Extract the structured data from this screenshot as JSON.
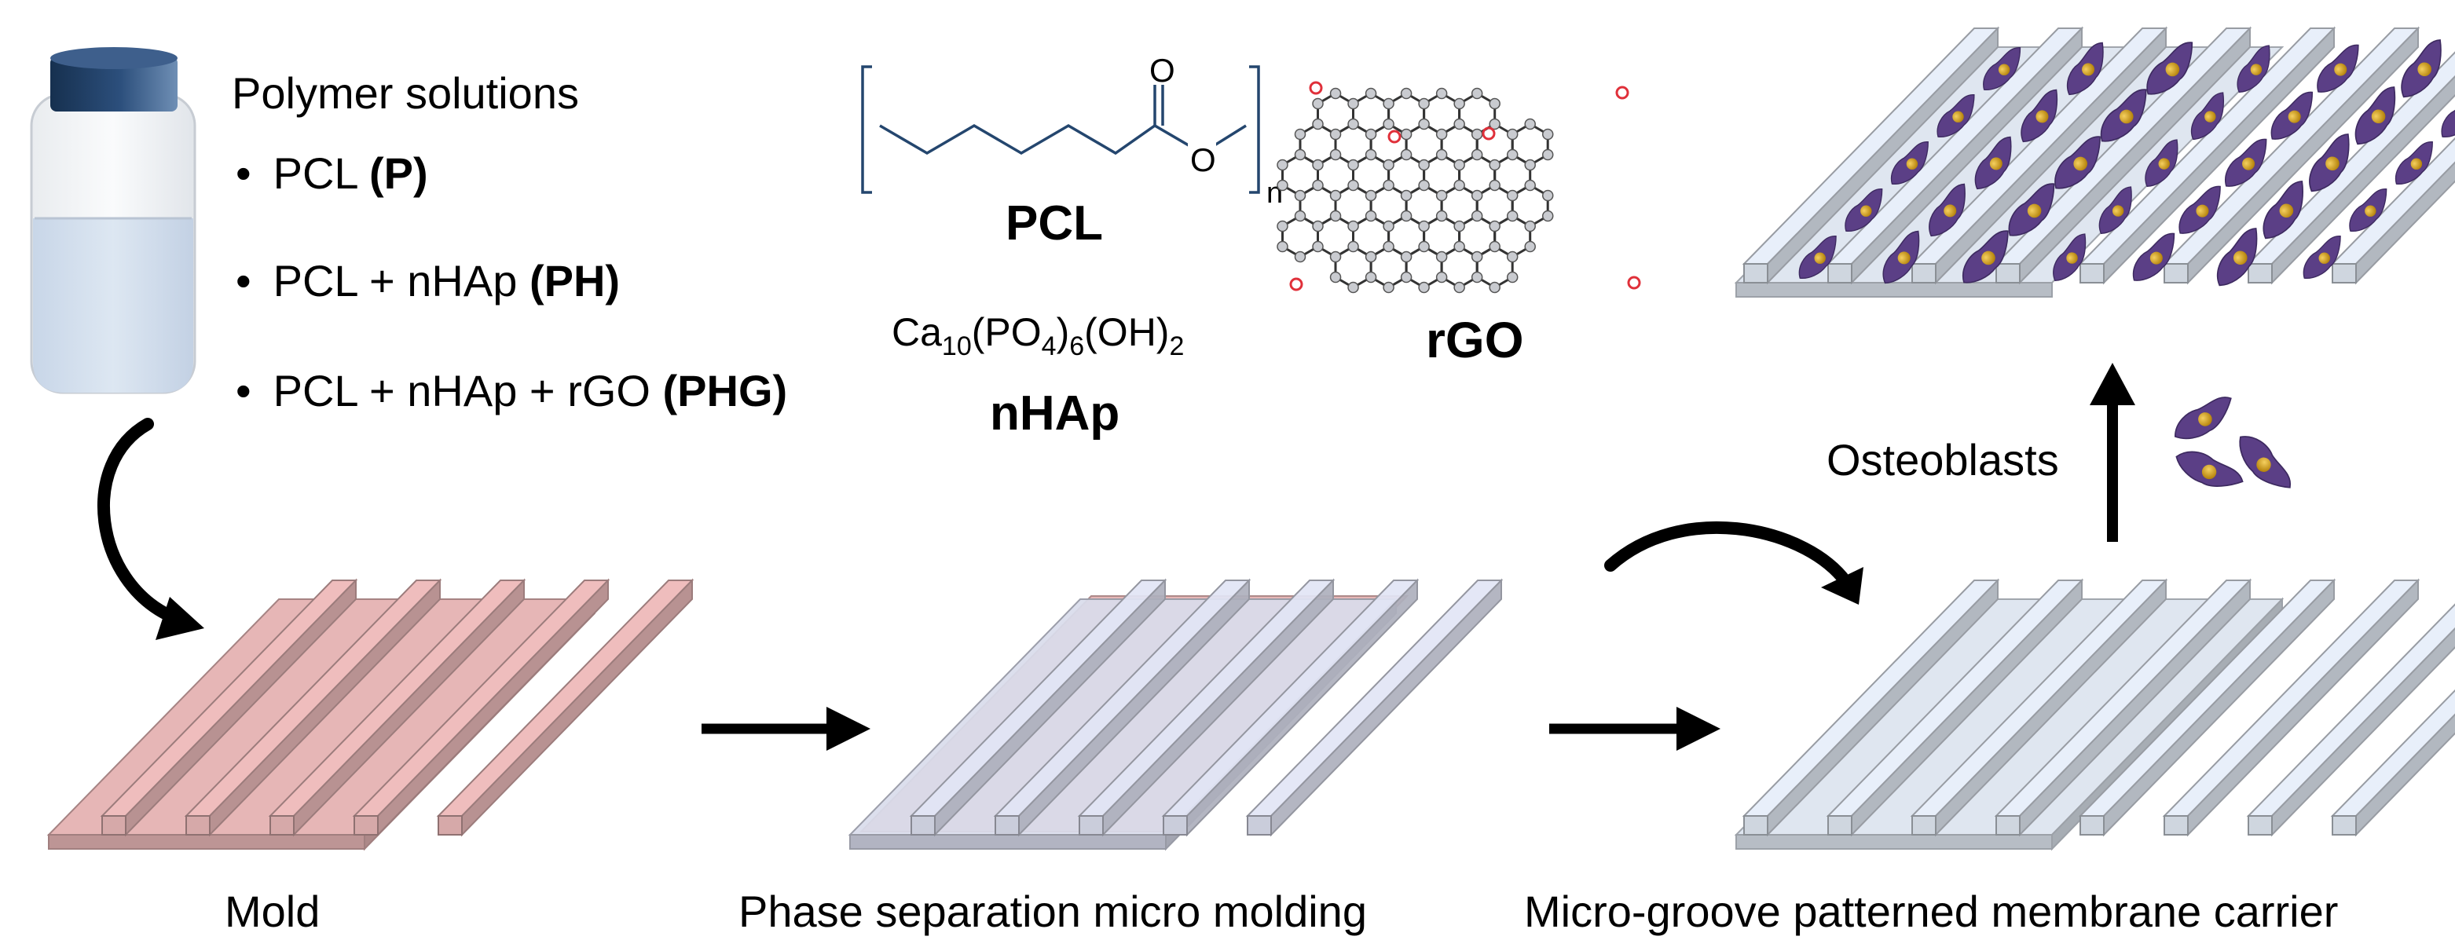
{
  "polymer": {
    "heading": "Polymer solutions",
    "items": [
      {
        "bullet": "•",
        "text": "PCL ",
        "abbr": "(P)"
      },
      {
        "bullet": "•",
        "text": "PCL + nHAp ",
        "abbr": "(PH)"
      },
      {
        "bullet": "•",
        "text": "PCL + nHAp + rGO ",
        "abbr": "(PHG)"
      }
    ]
  },
  "chemistry": {
    "pcl_label": "PCL",
    "pcl_carbonyl_o": "O",
    "pcl_ester_o": "O",
    "pcl_subscript": "n",
    "nhap_formula": {
      "ca": "Ca",
      "ca_sub": "10",
      "po": "(PO",
      "po_sub": "4",
      "po_close": ")",
      "po_count": "6",
      "oh": "(OH)",
      "oh_count": "2"
    },
    "nhap_label": "nHAp",
    "rgo_label": "rGO"
  },
  "steps": {
    "mold": "Mold",
    "phase": "Phase separation micro molding",
    "carrier": "Micro-groove patterned membrane carrier"
  },
  "cells_label": "Osteoblasts",
  "colors": {
    "mold_pink": "#e6b6b6",
    "membrane_blue": "#dfe6f0",
    "lid_navy": "#1f3a60",
    "cell_purple": "#5b3f86",
    "nucleus_gold": "#d29a12",
    "graphene_red": "#e0303a"
  }
}
